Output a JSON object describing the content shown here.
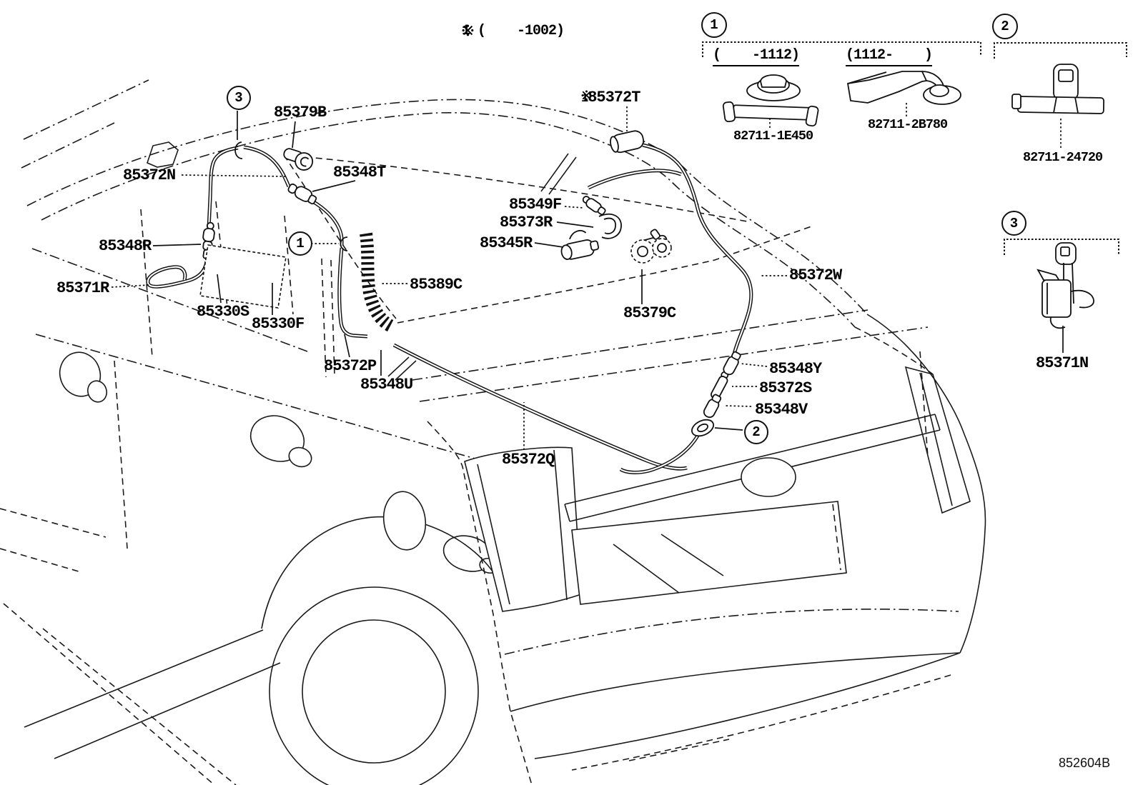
{
  "doc": {
    "number": "852604B",
    "ref_digit": "1",
    "note_range": " (    -1002)"
  },
  "callouts": {
    "one": "1",
    "two": "2",
    "three": "3"
  },
  "parts": {
    "n85379B": "85379B",
    "n85372N": "85372N",
    "n85348T": "85348T",
    "n85348R": "85348R",
    "n85371R": "85371R",
    "n85330S": "85330S",
    "n85330F": "85330F",
    "n85389C": "85389C",
    "n85372P": "85372P",
    "n85348U": "85348U",
    "n85372T": "85372T",
    "n85349F": "85349F",
    "n85373R": "85373R",
    "n85345R": "85345R",
    "n85379C": "85379C",
    "n85372W": "85372W",
    "n85348Y": "85348Y",
    "n85372S": "85372S",
    "n85348V": "85348V",
    "n85372Q": "85372Q"
  },
  "panel": {
    "group1": {
      "num": "1",
      "range_a": "(    -1112)",
      "range_b": "(1112-    )",
      "part_a": "82711-1E450",
      "part_b": "82711-2B780"
    },
    "group2": {
      "num": "2",
      "part": "82711-24720"
    },
    "group3": {
      "num": "3",
      "part": "85371N"
    }
  }
}
